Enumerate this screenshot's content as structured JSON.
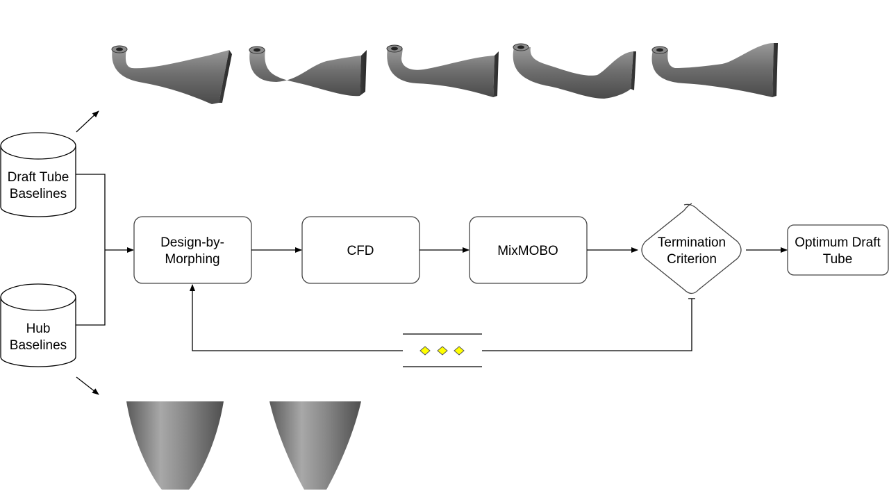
{
  "diagram": {
    "databases": {
      "draft_tube": {
        "line1": "Draft Tube",
        "line2": "Baselines"
      },
      "hub": {
        "line1": "Hub",
        "line2": "Baselines"
      }
    },
    "process": {
      "design_by_morphing": {
        "line1": "Design-by-",
        "line2": "Morphing"
      },
      "cfd": {
        "label": "CFD"
      },
      "mixmobo": {
        "label": "MixMOBO"
      },
      "termination": {
        "line1": "Termination",
        "line2": "Criterion"
      },
      "optimum": {
        "line1": "Optimum Draft",
        "line2": "Tube"
      }
    },
    "colors": {
      "stroke": "#000000",
      "node_border": "#444444",
      "loop_marker": "#ffff00",
      "shape_shade": "#777777"
    },
    "icons": {
      "loop": "diamond-ellipsis-icon",
      "draft_tube_shapes": "draft-tube-render-icon",
      "hub_shapes": "hub-cone-render-icon"
    }
  }
}
